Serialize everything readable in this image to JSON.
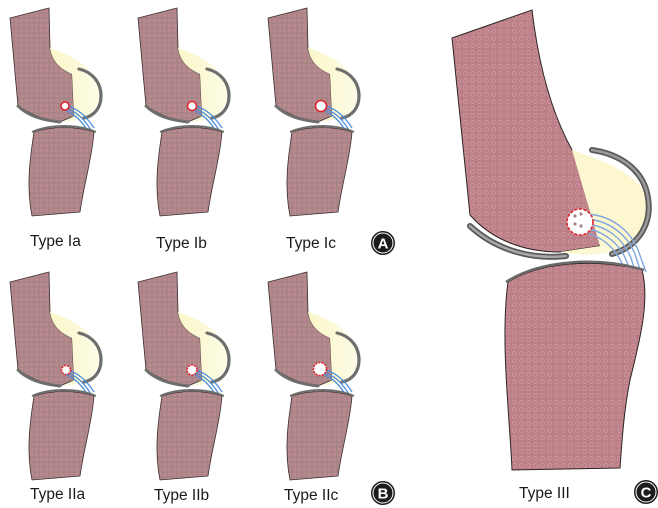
{
  "panel_a": {
    "badge": "A",
    "types": [
      "Type Ia",
      "Type Ib",
      "Type Ic"
    ]
  },
  "panel_b": {
    "badge": "B",
    "types": [
      "Type IIa",
      "Type IIb",
      "Type IIc"
    ]
  },
  "panel_c": {
    "badge": "C",
    "type": "Type III"
  },
  "colors": {
    "bone_fill": "#a98487",
    "bone_dot": "#c98f96",
    "cartilage": "#fbf6c6",
    "meniscus": "#8a8a8a",
    "ligament": "#4f8fd8",
    "lesion": "#e0242e",
    "badge": "#1c1c1c"
  }
}
